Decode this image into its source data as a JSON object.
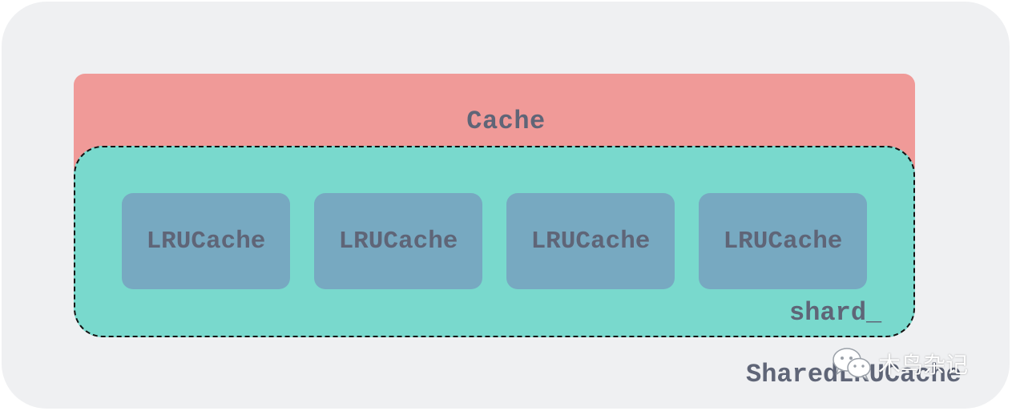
{
  "diagram": {
    "outer_label": "SharedLRUCache",
    "cache_label": "Cache",
    "shard_label": "shard_",
    "lru_caches": [
      {
        "label": "LRUCache"
      },
      {
        "label": "LRUCache"
      },
      {
        "label": "LRUCache"
      },
      {
        "label": "LRUCache"
      }
    ]
  },
  "watermark": {
    "text": "木鸟杂记",
    "icon": "wechat-icon"
  },
  "colors": {
    "outer_bg": "#eff0f2",
    "cache_bg": "#f09a98",
    "shard_bg": "#79d9cd",
    "lru_bg": "#77a9c1",
    "text": "#5f6577"
  }
}
